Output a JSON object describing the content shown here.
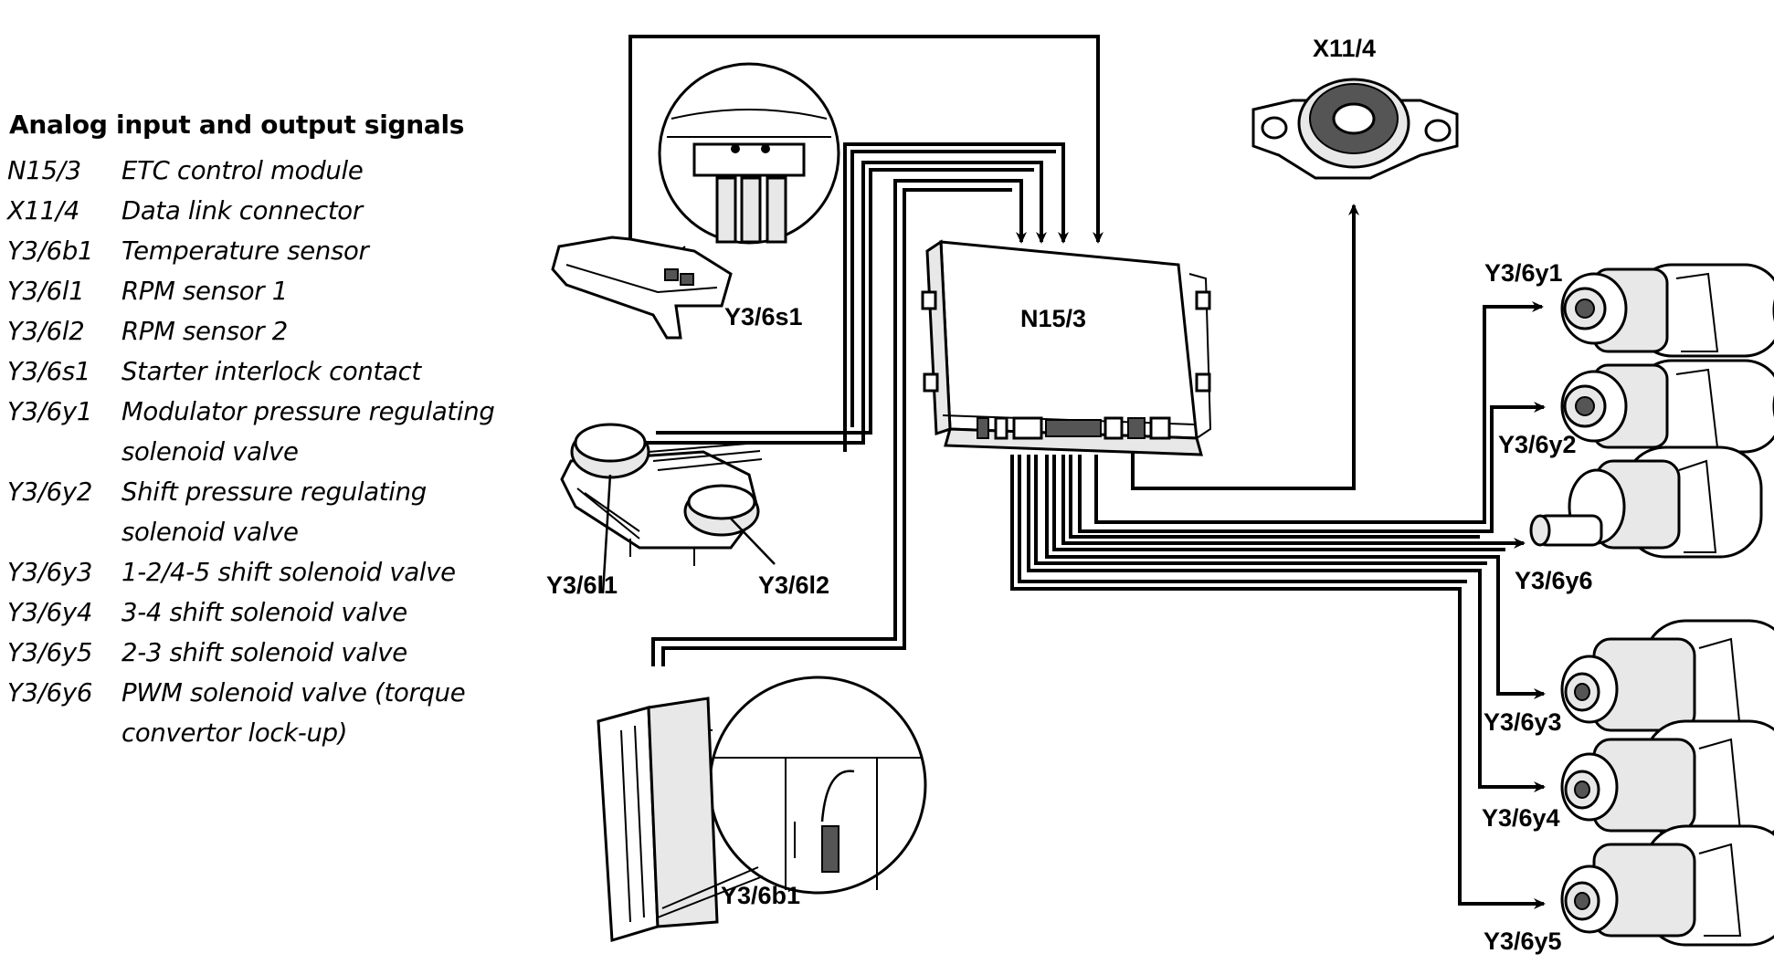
{
  "legend": {
    "title": "Analog input and output signals",
    "items": [
      {
        "code": "N15/3",
        "desc": [
          "ETC control module"
        ]
      },
      {
        "code": "X11/4",
        "desc": [
          "Data link connector"
        ]
      },
      {
        "code": "Y3/6b1",
        "desc": [
          "Temperature sensor"
        ]
      },
      {
        "code": "Y3/6l1",
        "desc": [
          "RPM sensor 1"
        ]
      },
      {
        "code": "Y3/6l2",
        "desc": [
          "RPM sensor 2"
        ]
      },
      {
        "code": "Y3/6s1",
        "desc": [
          "Starter interlock contact"
        ]
      },
      {
        "code": "Y3/6y1",
        "desc": [
          "Modulator pressure regulating",
          "solenoid valve"
        ]
      },
      {
        "code": "Y3/6y2",
        "desc": [
          "Shift pressure regulating",
          "solenoid valve"
        ]
      },
      {
        "code": "Y3/6y3",
        "desc": [
          "1-2/4-5 shift solenoid valve"
        ]
      },
      {
        "code": "Y3/6y4",
        "desc": [
          "3-4 shift solenoid valve"
        ]
      },
      {
        "code": "Y3/6y5",
        "desc": [
          "2-3 shift solenoid valve"
        ]
      },
      {
        "code": "Y3/6y6",
        "desc": [
          "PWM solenoid valve (torque",
          "convertor lock-up)"
        ]
      }
    ]
  },
  "diagram": {
    "labels": {
      "module": "N15/3",
      "dlc": "X11/4",
      "starter": "Y3/6s1",
      "rpm1": "Y3/6l1",
      "rpm2": "Y3/6l2",
      "temp": "Y3/6b1",
      "y1": "Y3/6y1",
      "y2": "Y3/6y2",
      "y6": "Y3/6y6",
      "y3": "Y3/6y3",
      "y4": "Y3/6y4",
      "y5": "Y3/6y5"
    }
  }
}
